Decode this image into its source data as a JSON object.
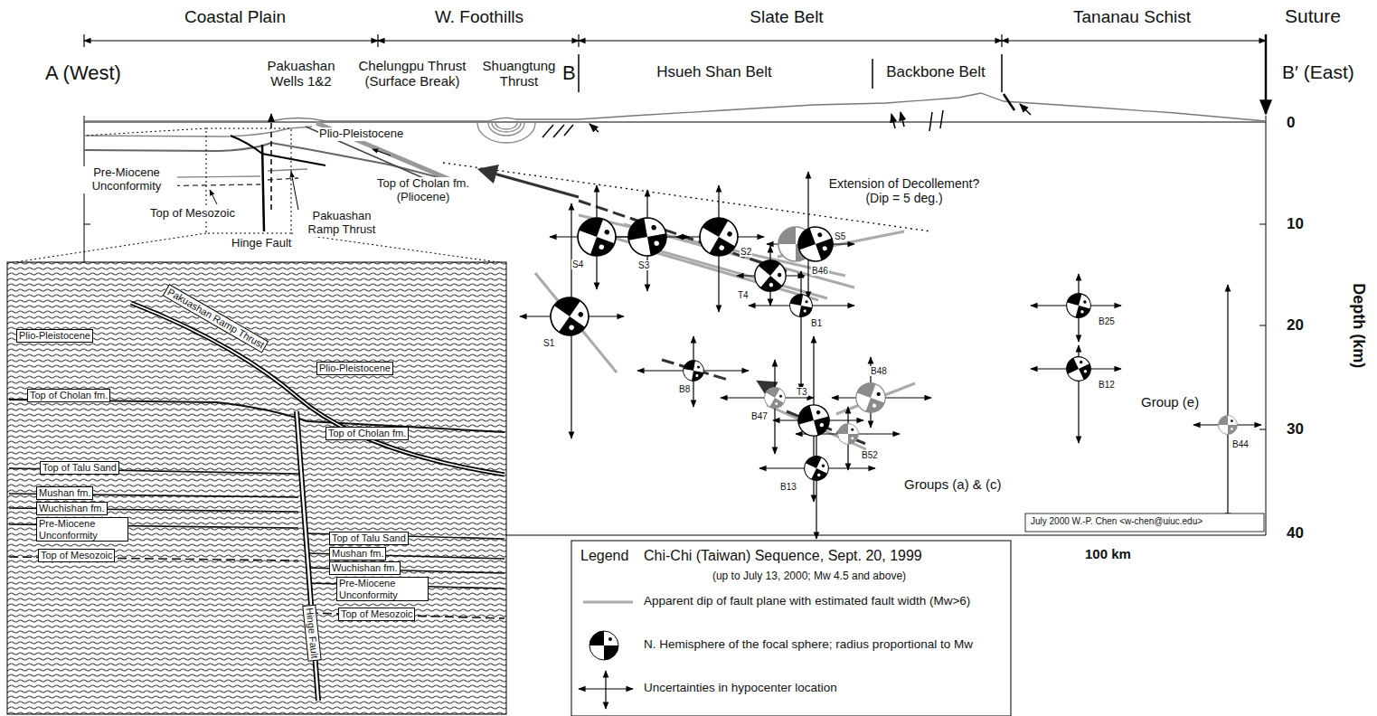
{
  "diagram": {
    "nodes": [
      {
        "text": [
          "S4"
        ]
      },
      {
        "text": [
          "S3"
        ]
      },
      {
        "text": [
          "S2"
        ]
      },
      {
        "text": [
          "B46"
        ]
      },
      {
        "text": [
          "S5"
        ]
      },
      {
        "text": [
          "T4"
        ]
      },
      {
        "text": [
          "B1"
        ]
      },
      {
        "text": [
          "S1"
        ]
      },
      {
        "text": [
          "B25"
        ]
      },
      {
        "text": [
          "B12"
        ]
      },
      {
        "text": [
          "B8"
        ]
      },
      {
        "text": [
          "B47"
        ]
      },
      {
        "text": [
          "T3"
        ]
      },
      {
        "text": [
          "B48"
        ]
      },
      {
        "text": [
          "B52"
        ]
      },
      {
        "text": [
          "B13"
        ]
      },
      {
        "text": [
          "B44"
        ]
      }
    ],
    "labels": [
      "Coastal Plain",
      "W. Foothills",
      "Slate Belt",
      "Tananau Schist",
      "Suture",
      "A (West)",
      "Pakuashan Wells 1&2",
      "Chelungpu Thrust (Surface Break)",
      "Shuangtung Thrust",
      "B",
      "Hsueh Shan Belt",
      "Backbone Belt",
      "B′ (East)",
      "0",
      "10",
      "20",
      "30",
      "40",
      "Depth (km)",
      "Plio-Pleistocene",
      "Top of Cholan fm. (Pliocene)",
      "Pre-Miocene Unconformity",
      "Top of Mesozoic",
      "Pakuashan Ramp Thrust",
      "Hinge Fault",
      "Extension of Decollement? (Dip = 5 deg.)",
      "Groups (a) & (c)",
      "Group (e)",
      "100 km",
      "July 2000 W.-P. Chen <w-chen@uiuc.edu>",
      "Legend",
      "Chi-Chi (Taiwan) Sequence, Sept. 20, 1999",
      "(up to July 13, 2000; Mw 4.5 and above)",
      "Plio-Pleistocene",
      "Pakuashan Ramp Thrust",
      "Plio-Pleistocene",
      "Top of Cholan fm.",
      "Top of Cholan fm.",
      "Top of Talu Sand",
      "Mushan fm.",
      "Wuchishan fm.",
      "Pre-Miocene Unconformity",
      "Top of Mesozoic",
      "Top of Talu Sand",
      "Mushan fm.",
      "Wuchishan fm.",
      "Pre-Miocene Unconformity",
      "Top of Mesozoic",
      "Hinge Fault"
    ],
    "legend": [
      {
        "text": "Apparent dip of fault plane with estimated fault width (Mw>6)"
      },
      {
        "text": "N. Hemisphere of the focal sphere; radius proportional to Mw"
      },
      {
        "text": "Uncertainties in hypocenter location"
      }
    ]
  }
}
